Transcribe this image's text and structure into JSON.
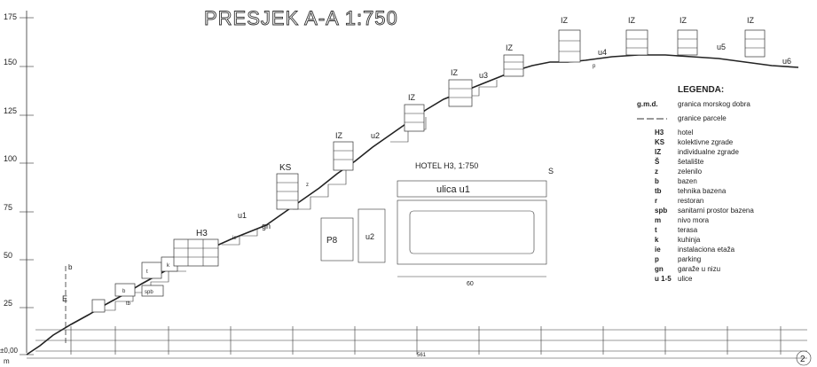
{
  "title": "PRESJEK A-A 1:750",
  "y_axis": {
    "ticks": [
      "175",
      "150",
      "125",
      "100",
      "75",
      "50",
      "25",
      "±0,00"
    ],
    "unit": "m"
  },
  "section_labels": {
    "E": "E",
    "b_top": "b",
    "H3": "H3",
    "KS": "KS",
    "IZ": "IZ",
    "u1": "u1",
    "u2": "u2",
    "u3": "u3",
    "u4": "u4",
    "u5": "u5",
    "u6": "u6",
    "gn": "gn",
    "z": "z",
    "p": "p",
    "spb": "spb",
    "tb": "tb",
    "t": "t",
    "k": "k",
    "ie": "ie",
    "b": "b"
  },
  "hotel_detail": {
    "title": "HOTEL H3, 1:750",
    "street": "ulica u1",
    "side_label": "u2",
    "parking": "P8",
    "dim_bottom": "60",
    "arrow": "S"
  },
  "legend": {
    "title": "LEGENDA:",
    "items": [
      {
        "key": "g.m.d.",
        "text": "granica morskog dobra"
      },
      {
        "key": "",
        "text": "granice parcele"
      },
      {
        "key": "H3",
        "text": "hotel"
      },
      {
        "key": "KS",
        "text": "kolektivne zgrade"
      },
      {
        "key": "IZ",
        "text": "individualne zgrade"
      },
      {
        "key": "Š",
        "text": "šetalište"
      },
      {
        "key": "z",
        "text": "zelenilo"
      },
      {
        "key": "b",
        "text": "bazen"
      },
      {
        "key": "tb",
        "text": "tehnika bazena"
      },
      {
        "key": "r",
        "text": "restoran"
      },
      {
        "key": "spb",
        "text": "sanitarni prostor bazena"
      },
      {
        "key": "m",
        "text": "nivo mora"
      },
      {
        "key": "t",
        "text": "terasa"
      },
      {
        "key": "k",
        "text": "kuhinja"
      },
      {
        "key": "ie",
        "text": "instalaciona etaža"
      },
      {
        "key": "p",
        "text": "parking"
      },
      {
        "key": "gn",
        "text": "garaže u nizu"
      },
      {
        "key": "u 1-5",
        "text": "ulice"
      }
    ]
  },
  "dimension_row": {
    "total": "561"
  },
  "page_number": "2"
}
